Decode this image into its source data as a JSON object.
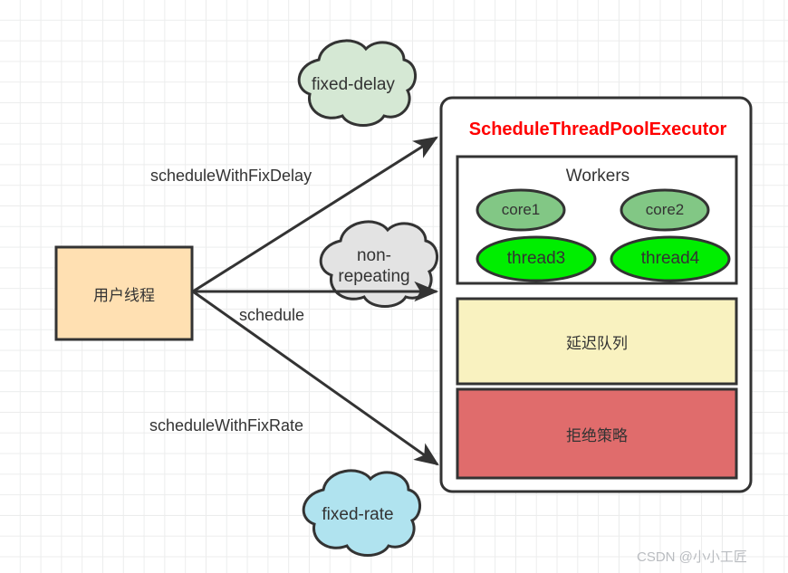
{
  "diagram": {
    "title": "ScheduleThreadPoolExecutor",
    "title_color": "#ff0000",
    "source_node": {
      "label": "用户线程",
      "fill": "#ffe0b2",
      "stroke": "#333333"
    },
    "executor_box": {
      "stroke": "#333333",
      "fill": "#ffffff",
      "sections": [
        {
          "name": "workers",
          "label": "Workers",
          "fill": "#ffffff",
          "workers": [
            {
              "label": "core1",
              "fill": "#82c785",
              "shape": "ellipse"
            },
            {
              "label": "core2",
              "fill": "#82c785",
              "shape": "ellipse"
            },
            {
              "label": "thread3",
              "fill": "#00ee00",
              "shape": "ellipse"
            },
            {
              "label": "thread4",
              "fill": "#00ee00",
              "shape": "ellipse"
            }
          ]
        },
        {
          "name": "delay-queue",
          "label": "延迟队列",
          "fill": "#f9f2c0",
          "stroke": "#333333"
        },
        {
          "name": "reject-policy",
          "label": "拒绝策略",
          "fill": "#e06c6c",
          "stroke": "#333333"
        }
      ]
    },
    "clouds": [
      {
        "name": "fixed-delay",
        "label": "fixed-delay",
        "fill": "#d5e8d4"
      },
      {
        "name": "non-repeating",
        "label": "non-\nrepeating",
        "fill": "#e3e3e3"
      },
      {
        "name": "fixed-rate",
        "label": "fixed-rate",
        "fill": "#b0e3ef"
      }
    ],
    "edges": [
      {
        "name": "edge-schedule-with-fix-delay",
        "label": "scheduleWithFixDelay"
      },
      {
        "name": "edge-schedule",
        "label": "schedule"
      },
      {
        "name": "edge-schedule-with-fix-rate",
        "label": "scheduleWithFixRate"
      }
    ]
  },
  "watermark": {
    "text": "CSDN @小小工匠"
  }
}
